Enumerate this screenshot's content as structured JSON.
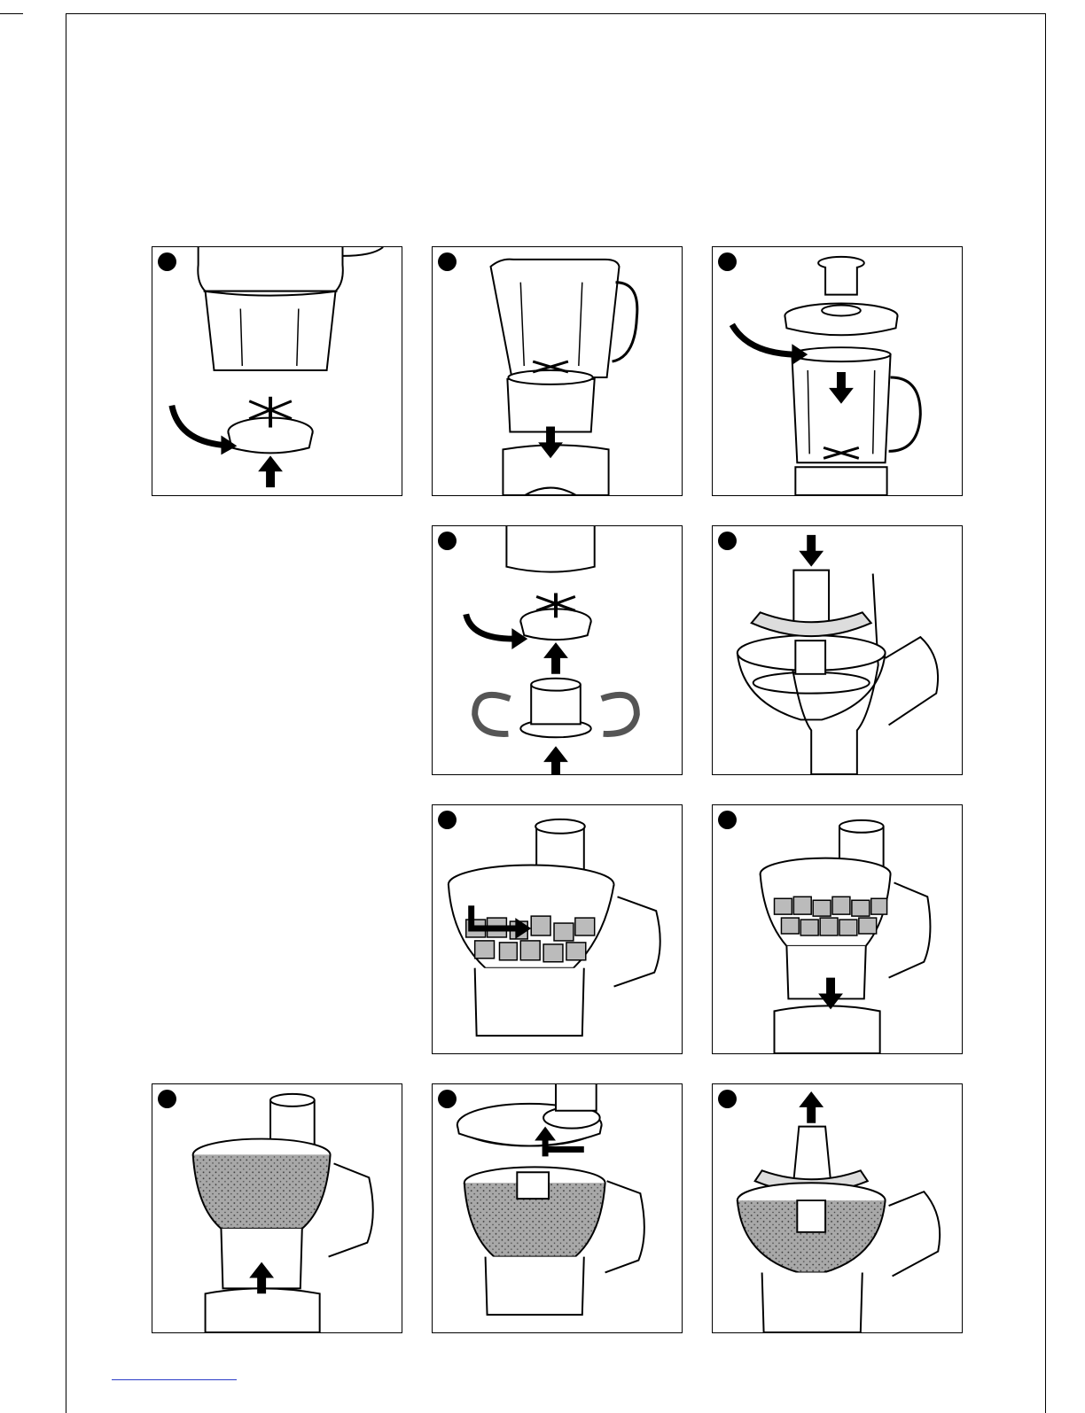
{
  "page": {
    "panels": [
      {
        "id": "panel-1",
        "illustration": "blade-assembly-to-jug-base"
      },
      {
        "id": "panel-2",
        "illustration": "blender-jug-onto-motor-base"
      },
      {
        "id": "panel-3",
        "illustration": "lid-onto-blender-jug"
      },
      {
        "id": "panel-4",
        "illustration": "blade-assembly-to-mill-jar"
      },
      {
        "id": "panel-5",
        "illustration": "blade-into-food-processor-bowl"
      },
      {
        "id": "panel-6",
        "illustration": "lid-onto-food-processor-bowl"
      },
      {
        "id": "panel-7",
        "illustration": "food-processor-onto-motor-base"
      },
      {
        "id": "panel-8",
        "illustration": "lift-food-processor-from-base"
      },
      {
        "id": "panel-9",
        "illustration": "remove-lid-from-bowl"
      },
      {
        "id": "panel-10",
        "illustration": "remove-blade-from-bowl"
      }
    ]
  }
}
